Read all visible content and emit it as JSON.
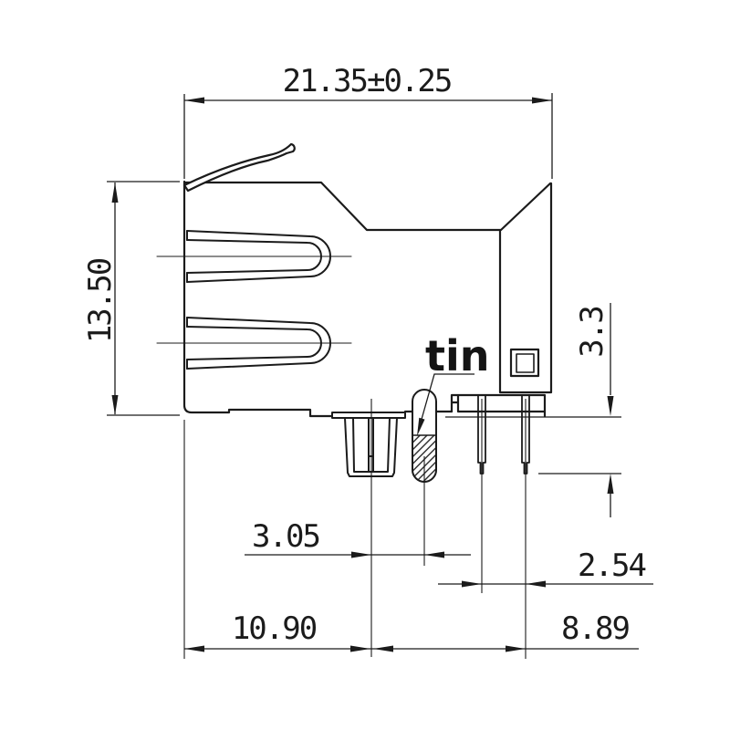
{
  "drawing": {
    "kind": "technical-dimension-drawing",
    "view": "side-view"
  },
  "labels": {
    "overall_width": "21.35±0.25",
    "overall_height": "13.50",
    "pin_length": "3.3",
    "post_to_tin_pin": "3.05",
    "pin_pitch": "2.54",
    "face_to_post_center": "10.90",
    "post_to_end_pin": "8.89",
    "plating_note": "tin"
  },
  "colors": {
    "line": "#1b1b1b",
    "background": "#ffffff"
  }
}
